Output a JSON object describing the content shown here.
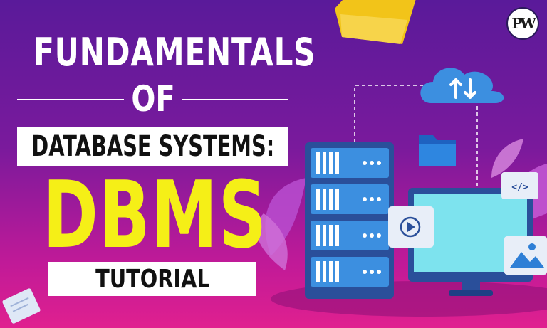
{
  "headline": {
    "line1": "FUNDAMENTALS",
    "line2": "OF",
    "line3": "DATABASE SYSTEMS:",
    "line4": "DBMS",
    "line5": "TUTORIAL"
  },
  "brand": {
    "logo_text": "PW"
  },
  "icons": {
    "code_tile": "</>",
    "cloud": "cloud-sync-icon",
    "folder": "folder-icon",
    "play": "play-icon",
    "image": "image-icon",
    "server": "server-icon",
    "monitor": "monitor-icon"
  },
  "colors": {
    "bg_top": "#5a1a9a",
    "bg_bottom": "#e0208f",
    "headline_yellow": "#f5ef17",
    "accent_blue": "#2e7fd6"
  }
}
